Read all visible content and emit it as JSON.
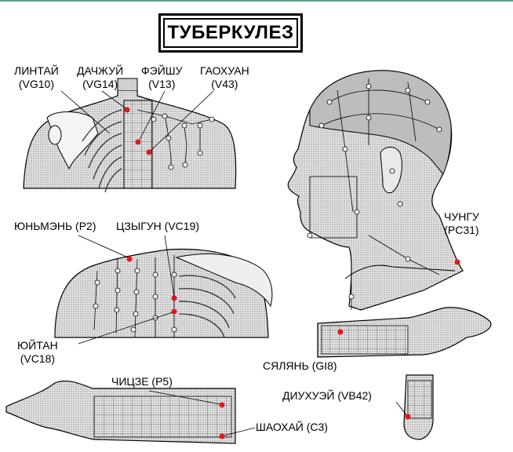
{
  "title": "ТУБЕРКУЛЕЗ",
  "points": {
    "lintai": {
      "name": "ЛИНТАЙ",
      "code": "(VG10)"
    },
    "dachzhui": {
      "name": "ДАЧЖУЙ",
      "code": "(VG14)"
    },
    "feishu": {
      "name": "ФЭЙШУ",
      "code": "(V13)"
    },
    "gaohuan": {
      "name": "ГАОХУАН",
      "code": "(V43)"
    },
    "chungu": {
      "name": "ЧУНГУ",
      "code": "(PC31)"
    },
    "yunmen": {
      "label": "ЮНЬМЭНЬ (P2)"
    },
    "czygun": {
      "label": "ЦЗЫГУН (VC19)"
    },
    "yuitan": {
      "name": "ЮЙТАН",
      "code": "(VC18)"
    },
    "syalyan": {
      "label": "СЯЛЯНЬ (GI8)"
    },
    "diuhuei": {
      "label": "ДИУХУЭЙ (VB42)"
    },
    "chicze": {
      "label": "ЧИЦЗЕ (P5)"
    },
    "shaohai": {
      "label": "ШАОХАЙ (C3)"
    }
  },
  "colors": {
    "point": "#e8141e",
    "line": "#000000",
    "body": "#d8d8d8",
    "shade": "#9c9c9c",
    "accent": "#5a9e8e"
  }
}
